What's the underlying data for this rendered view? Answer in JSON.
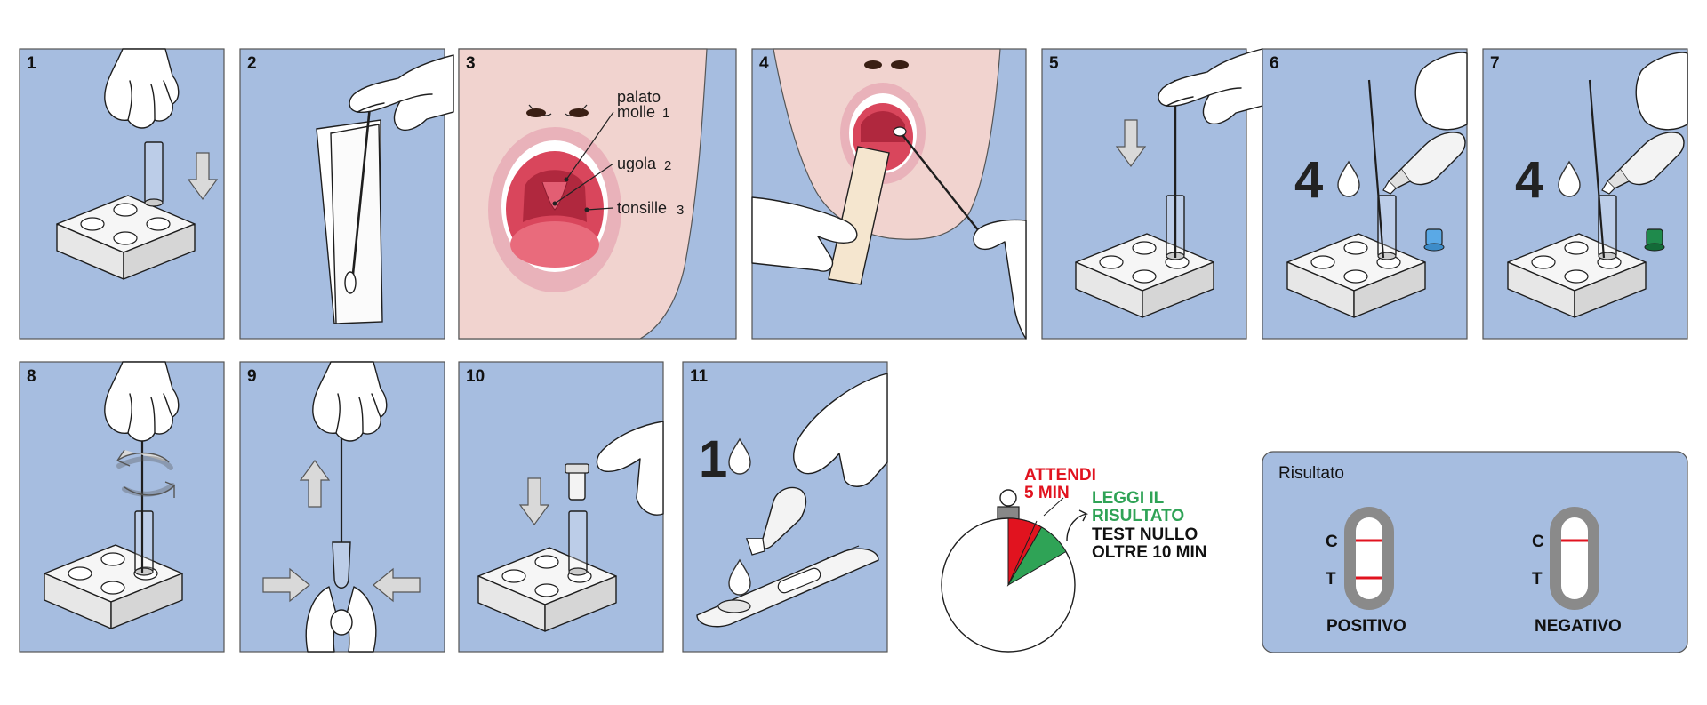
{
  "colors": {
    "panel_bg": "#a6bde0",
    "skin": "#f1d3cf",
    "mouth_outer": "#e9b2ba",
    "mouth_inner": "#d9465c",
    "red": "#e1131f",
    "green": "#2fa356",
    "cap_blue": "#5aa9e6",
    "cap_green": "#1f8a4c",
    "strip_gray": "#8a8a8a"
  },
  "steps": [
    {
      "number": "1"
    },
    {
      "number": "2"
    },
    {
      "number": "3",
      "labels": {
        "palate_line1": "palato",
        "palate_line2": "molle",
        "palate_idx": "1",
        "uvula": "ugola",
        "uvula_idx": "2",
        "tonsils": "tonsille",
        "tonsils_idx": "3"
      }
    },
    {
      "number": "4"
    },
    {
      "number": "5"
    },
    {
      "number": "6",
      "drops": "4"
    },
    {
      "number": "7",
      "drops": "4"
    },
    {
      "number": "8"
    },
    {
      "number": "9"
    },
    {
      "number": "10"
    },
    {
      "number": "11",
      "drops": "1"
    }
  ],
  "timer": {
    "wait_line1": "ATTENDI",
    "wait_line2": "5 MIN",
    "read_line1": "LEGGI IL",
    "read_line2": "RISULTATO",
    "null_line1": "TEST NULLO",
    "null_line2": "OLTRE 10 MIN"
  },
  "result": {
    "title": "Risultato",
    "c_label": "C",
    "t_label": "T",
    "positive": "POSITIVO",
    "negative": "NEGATIVO"
  },
  "icons": [
    "hand-icon",
    "arrow-down-icon",
    "arrow-up-icon",
    "rotate-icon",
    "drop-icon",
    "tube-icon",
    "swab-icon",
    "dropper-bottle-icon",
    "stopwatch-icon",
    "test-cassette-icon",
    "tongue-depressor-icon"
  ]
}
